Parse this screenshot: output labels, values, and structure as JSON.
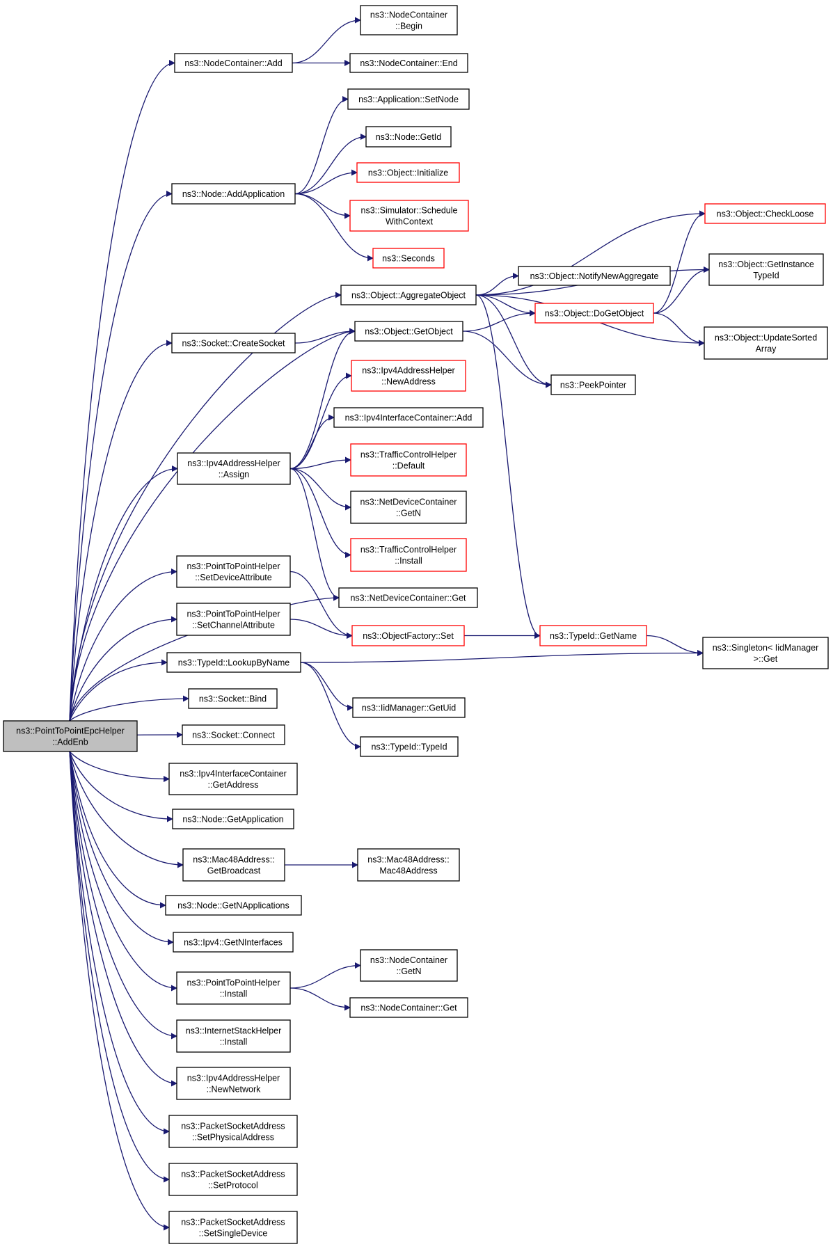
{
  "colors": {
    "edge": "#191970",
    "border_normal": "#000000",
    "border_truncated": "#ff0000",
    "fill_root": "#bfbfbf",
    "fill_normal": "#ffffff"
  },
  "nodes": [
    {
      "id": "root",
      "lines": [
        "ns3::PointToPointEpcHelper",
        "::AddEnb"
      ],
      "style": "root"
    },
    {
      "id": "nc_add",
      "lines": [
        "ns3::NodeContainer::Add"
      ],
      "style": "normal"
    },
    {
      "id": "nc_begin",
      "lines": [
        "ns3::NodeContainer",
        "::Begin"
      ],
      "style": "normal"
    },
    {
      "id": "nc_end",
      "lines": [
        "ns3::NodeContainer::End"
      ],
      "style": "normal"
    },
    {
      "id": "app_setnode",
      "lines": [
        "ns3::Application::SetNode"
      ],
      "style": "normal"
    },
    {
      "id": "node_getid",
      "lines": [
        "ns3::Node::GetId"
      ],
      "style": "normal"
    },
    {
      "id": "obj_init",
      "lines": [
        "ns3::Object::Initialize"
      ],
      "style": "truncated"
    },
    {
      "id": "node_addapp",
      "lines": [
        "ns3::Node::AddApplication"
      ],
      "style": "normal"
    },
    {
      "id": "sim_sched",
      "lines": [
        "ns3::Simulator::Schedule",
        "WithContext"
      ],
      "style": "truncated"
    },
    {
      "id": "seconds",
      "lines": [
        "ns3::Seconds"
      ],
      "style": "truncated"
    },
    {
      "id": "obj_checkloose",
      "lines": [
        "ns3::Object::CheckLoose"
      ],
      "style": "truncated"
    },
    {
      "id": "obj_getinsttype",
      "lines": [
        "ns3::Object::GetInstance",
        "TypeId"
      ],
      "style": "normal"
    },
    {
      "id": "obj_notify",
      "lines": [
        "ns3::Object::NotifyNewAggregate"
      ],
      "style": "normal"
    },
    {
      "id": "obj_aggregate",
      "lines": [
        "ns3::Object::AggregateObject"
      ],
      "style": "normal"
    },
    {
      "id": "obj_dogetobject",
      "lines": [
        "ns3::Object::DoGetObject"
      ],
      "style": "truncated"
    },
    {
      "id": "obj_updatesorted",
      "lines": [
        "ns3::Object::UpdateSorted",
        "Array"
      ],
      "style": "normal"
    },
    {
      "id": "sock_create",
      "lines": [
        "ns3::Socket::CreateSocket"
      ],
      "style": "normal"
    },
    {
      "id": "obj_getobject",
      "lines": [
        "ns3::Object::GetObject"
      ],
      "style": "normal"
    },
    {
      "id": "peekpointer",
      "lines": [
        "ns3::PeekPointer"
      ],
      "style": "normal"
    },
    {
      "id": "ipv4ah_newaddr",
      "lines": [
        "ns3::Ipv4AddressHelper",
        "::NewAddress"
      ],
      "style": "truncated"
    },
    {
      "id": "ipv4ic_add",
      "lines": [
        "ns3::Ipv4InterfaceContainer::Add"
      ],
      "style": "normal"
    },
    {
      "id": "ipv4ah_assign",
      "lines": [
        "ns3::Ipv4AddressHelper",
        "::Assign"
      ],
      "style": "normal"
    },
    {
      "id": "tch_default",
      "lines": [
        "ns3::TrafficControlHelper",
        "::Default"
      ],
      "style": "truncated"
    },
    {
      "id": "ndc_getn",
      "lines": [
        "ns3::NetDeviceContainer",
        "::GetN"
      ],
      "style": "normal"
    },
    {
      "id": "tch_install",
      "lines": [
        "ns3::TrafficControlHelper",
        "::Install"
      ],
      "style": "truncated"
    },
    {
      "id": "p2p_setdevattr",
      "lines": [
        "ns3::PointToPointHelper",
        "::SetDeviceAttribute"
      ],
      "style": "normal"
    },
    {
      "id": "ndc_get",
      "lines": [
        "ns3::NetDeviceContainer::Get"
      ],
      "style": "normal"
    },
    {
      "id": "p2p_setchanattr",
      "lines": [
        "ns3::PointToPointHelper",
        "::SetChannelAttribute"
      ],
      "style": "normal"
    },
    {
      "id": "objfactory_set",
      "lines": [
        "ns3::ObjectFactory::Set"
      ],
      "style": "truncated"
    },
    {
      "id": "typeid_getname",
      "lines": [
        "ns3::TypeId::GetName"
      ],
      "style": "truncated"
    },
    {
      "id": "singleton_get",
      "lines": [
        "ns3::Singleton< IidManager",
        " >::Get"
      ],
      "style": "normal"
    },
    {
      "id": "typeid_lookup",
      "lines": [
        "ns3::TypeId::LookupByName"
      ],
      "style": "normal"
    },
    {
      "id": "iid_getuid",
      "lines": [
        "ns3::IidManager::GetUid"
      ],
      "style": "normal"
    },
    {
      "id": "typeid_typeid",
      "lines": [
        "ns3::TypeId::TypeId"
      ],
      "style": "normal"
    },
    {
      "id": "sock_bind",
      "lines": [
        "ns3::Socket::Bind"
      ],
      "style": "normal"
    },
    {
      "id": "sock_connect",
      "lines": [
        "ns3::Socket::Connect"
      ],
      "style": "normal"
    },
    {
      "id": "ipv4ic_getaddr",
      "lines": [
        "ns3::Ipv4InterfaceContainer",
        "::GetAddress"
      ],
      "style": "normal"
    },
    {
      "id": "node_getapp",
      "lines": [
        "ns3::Node::GetApplication"
      ],
      "style": "normal"
    },
    {
      "id": "mac48_getbcast",
      "lines": [
        "ns3::Mac48Address::",
        "GetBroadcast"
      ],
      "style": "normal"
    },
    {
      "id": "mac48_ctor",
      "lines": [
        "ns3::Mac48Address::",
        "Mac48Address"
      ],
      "style": "normal"
    },
    {
      "id": "node_getnapps",
      "lines": [
        "ns3::Node::GetNApplications"
      ],
      "style": "normal"
    },
    {
      "id": "ipv4_getnif",
      "lines": [
        "ns3::Ipv4::GetNInterfaces"
      ],
      "style": "normal"
    },
    {
      "id": "p2p_install",
      "lines": [
        "ns3::PointToPointHelper",
        "::Install"
      ],
      "style": "normal"
    },
    {
      "id": "nc_getn",
      "lines": [
        "ns3::NodeContainer",
        "::GetN"
      ],
      "style": "normal"
    },
    {
      "id": "nc_get",
      "lines": [
        "ns3::NodeContainer::Get"
      ],
      "style": "normal"
    },
    {
      "id": "ish_install",
      "lines": [
        "ns3::InternetStackHelper",
        "::Install"
      ],
      "style": "normal"
    },
    {
      "id": "ipv4ah_newnet",
      "lines": [
        "ns3::Ipv4AddressHelper",
        "::NewNetwork"
      ],
      "style": "normal"
    },
    {
      "id": "psa_setphys",
      "lines": [
        "ns3::PacketSocketAddress",
        "::SetPhysicalAddress"
      ],
      "style": "normal"
    },
    {
      "id": "psa_setproto",
      "lines": [
        "ns3::PacketSocketAddress",
        "::SetProtocol"
      ],
      "style": "normal"
    },
    {
      "id": "psa_setsingle",
      "lines": [
        "ns3::PacketSocketAddress",
        "::SetSingleDevice"
      ],
      "style": "normal"
    }
  ],
  "edges": [
    [
      "root",
      "nc_add"
    ],
    [
      "nc_add",
      "nc_begin"
    ],
    [
      "nc_add",
      "nc_end"
    ],
    [
      "root",
      "node_addapp"
    ],
    [
      "node_addapp",
      "app_setnode"
    ],
    [
      "node_addapp",
      "node_getid"
    ],
    [
      "node_addapp",
      "obj_init"
    ],
    [
      "node_addapp",
      "sim_sched"
    ],
    [
      "node_addapp",
      "seconds"
    ],
    [
      "root",
      "obj_aggregate"
    ],
    [
      "obj_aggregate",
      "obj_checkloose"
    ],
    [
      "obj_aggregate",
      "obj_getinsttype"
    ],
    [
      "obj_aggregate",
      "obj_notify"
    ],
    [
      "obj_aggregate",
      "obj_dogetobject"
    ],
    [
      "obj_aggregate",
      "obj_updatesorted"
    ],
    [
      "obj_aggregate",
      "peekpointer"
    ],
    [
      "obj_aggregate",
      "typeid_getname"
    ],
    [
      "obj_dogetobject",
      "obj_checkloose"
    ],
    [
      "obj_dogetobject",
      "obj_getinsttype"
    ],
    [
      "obj_dogetobject",
      "obj_updatesorted"
    ],
    [
      "root",
      "sock_create"
    ],
    [
      "sock_create",
      "obj_getobject"
    ],
    [
      "root",
      "obj_getobject"
    ],
    [
      "obj_getobject",
      "obj_dogetobject"
    ],
    [
      "obj_getobject",
      "peekpointer"
    ],
    [
      "root",
      "ipv4ah_assign"
    ],
    [
      "ipv4ah_assign",
      "obj_getobject"
    ],
    [
      "ipv4ah_assign",
      "ipv4ah_newaddr"
    ],
    [
      "ipv4ah_assign",
      "ipv4ic_add"
    ],
    [
      "ipv4ah_assign",
      "tch_default"
    ],
    [
      "ipv4ah_assign",
      "ndc_getn"
    ],
    [
      "ipv4ah_assign",
      "tch_install"
    ],
    [
      "ipv4ah_assign",
      "ndc_get"
    ],
    [
      "root",
      "ndc_get"
    ],
    [
      "root",
      "p2p_setdevattr"
    ],
    [
      "p2p_setdevattr",
      "objfactory_set"
    ],
    [
      "root",
      "p2p_setchanattr"
    ],
    [
      "p2p_setchanattr",
      "objfactory_set"
    ],
    [
      "objfactory_set",
      "typeid_getname"
    ],
    [
      "typeid_getname",
      "singleton_get"
    ],
    [
      "root",
      "typeid_lookup"
    ],
    [
      "typeid_lookup",
      "singleton_get"
    ],
    [
      "typeid_lookup",
      "iid_getuid"
    ],
    [
      "typeid_lookup",
      "typeid_typeid"
    ],
    [
      "root",
      "sock_bind"
    ],
    [
      "root",
      "sock_connect"
    ],
    [
      "root",
      "ipv4ic_getaddr"
    ],
    [
      "root",
      "node_getapp"
    ],
    [
      "root",
      "mac48_getbcast"
    ],
    [
      "mac48_getbcast",
      "mac48_ctor"
    ],
    [
      "root",
      "node_getnapps"
    ],
    [
      "root",
      "ipv4_getnif"
    ],
    [
      "root",
      "p2p_install"
    ],
    [
      "p2p_install",
      "nc_getn"
    ],
    [
      "p2p_install",
      "nc_get"
    ],
    [
      "root",
      "ish_install"
    ],
    [
      "root",
      "ipv4ah_newnet"
    ],
    [
      "root",
      "psa_setphys"
    ],
    [
      "root",
      "psa_setproto"
    ],
    [
      "root",
      "psa_setsingle"
    ]
  ]
}
